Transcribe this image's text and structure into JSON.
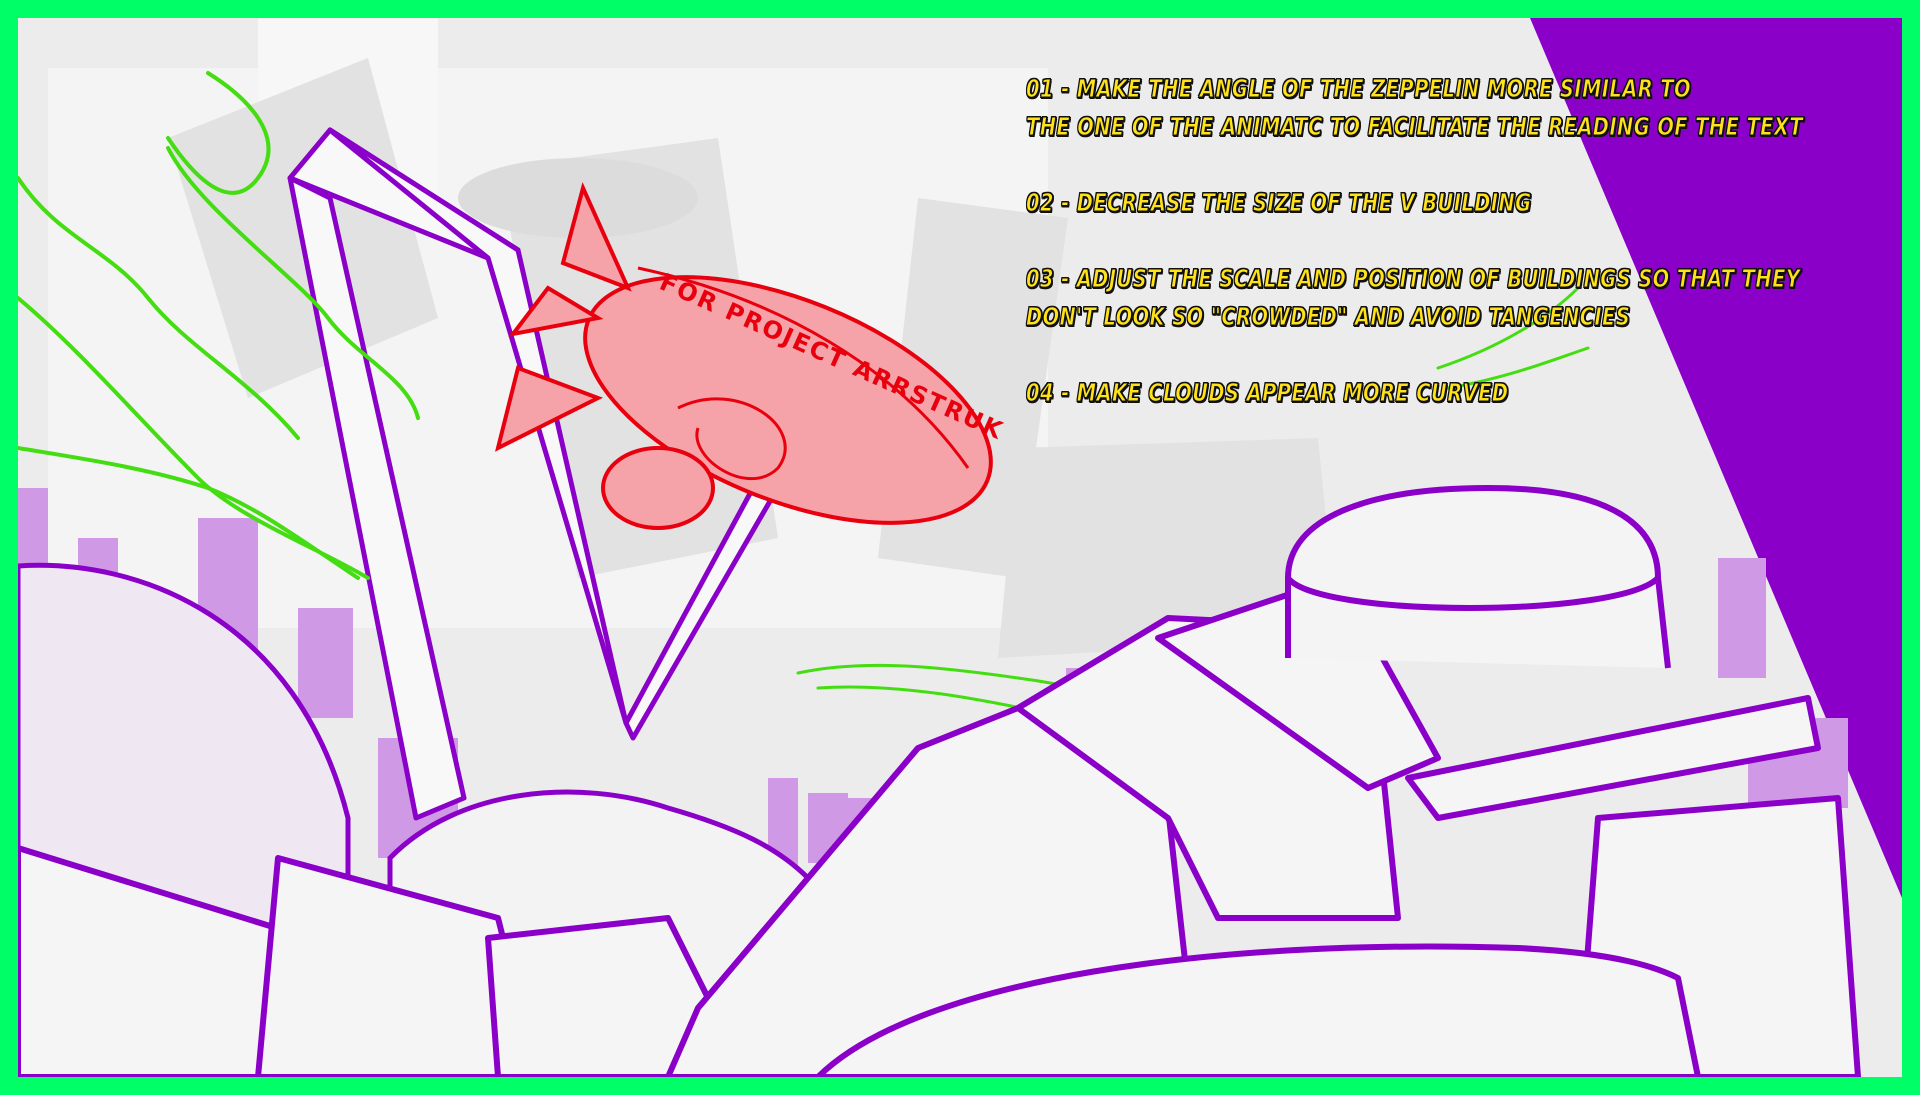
{
  "notes": [
    {
      "lines": [
        "01 - MAKE THE ANGLE OF THE ZEPPELIN MORE SIMILAR TO",
        "THE ONE OF THE ANIMATC TO FACILITATE THE READING OF THE TEXT"
      ]
    },
    {
      "lines": [
        "02 - DECREASE THE SIZE OF THE V BUILDING"
      ]
    },
    {
      "lines": [
        "03 - ADJUST THE SCALE AND POSITION OF BUILDINGS SO THAT THEY",
        "DON'T LOOK SO \"CROWDED\" AND AVOID TANGENCIES"
      ]
    },
    {
      "lines": [
        "04 - MAKE CLOUDS APPEAR MORE CURVED"
      ]
    }
  ],
  "zeppelin": {
    "text": "FOR PROJECT ARRSTRUK"
  },
  "colors": {
    "frame": "#00ff66",
    "purple": "#8a00c8",
    "zeppelin_red": "#e8000e",
    "zeppelin_fill": "#f5a3a8",
    "note_text": "#ffe21a",
    "cloud_green": "#44dd11"
  }
}
